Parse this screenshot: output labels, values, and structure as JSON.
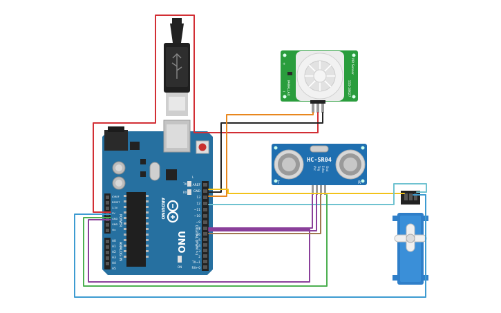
{
  "arduino": {
    "brand": "ARDUINO",
    "model": "UNO",
    "digital_label": "DIGITAL (PWM ~)",
    "power_label": "POWER",
    "analog_label": "ANALOG IN",
    "on_label": "ON",
    "power_pins": [
      "IOREF",
      "RESET",
      "3.3V",
      "5V",
      "GND",
      "GND",
      "Vin"
    ],
    "analog_pins": [
      "A0",
      "A1",
      "A2",
      "A3",
      "A4",
      "A5"
    ],
    "top_pins": [
      "AREF",
      "GND",
      "13",
      "12",
      "~11",
      "~10",
      "~9",
      "8"
    ],
    "low_pins": [
      "7",
      "~6",
      "~5",
      "4",
      "~3",
      "2",
      "TX→1",
      "RX←0"
    ],
    "tx_label": "TX",
    "rx_label": "RX",
    "l_label": "L"
  },
  "ultrasonic": {
    "name": "HC-SR04",
    "pins": [
      "Vcc",
      "Trig",
      "Echo",
      "Gnd"
    ],
    "t_label": "T",
    "r_label": "R"
  },
  "pir": {
    "left_text": "PARALLAX",
    "right_text": "555-28027",
    "side_text": "PIR Sensor",
    "pin_marks": [
      "+",
      "−"
    ]
  },
  "colors": {
    "board": "#2670a0",
    "wire_red": "#d22e34",
    "wire_black": "#222222",
    "wire_orange": "#e8871e",
    "wire_yellow": "#f2c21a",
    "wire_cyan": "#6fc2d0",
    "wire_blue": "#3d9bd1",
    "wire_green": "#4caf50",
    "wire_purple": "#8a3f9a",
    "wire_brown": "#a07850",
    "sensor_blue": "#1f6fb0",
    "pir_green": "#2a9d3d"
  }
}
